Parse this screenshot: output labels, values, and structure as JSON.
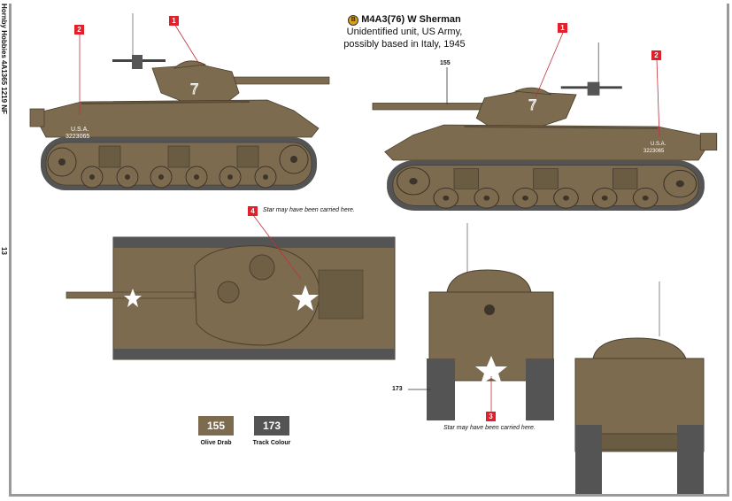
{
  "page": {
    "side_text": "Hornby Hobbies 4A1365 1219 NF",
    "page_number": "13"
  },
  "title": {
    "scheme_badge": "B",
    "model": "M4A3(76) W Sherman",
    "line2": "Unidentified unit, US Army,",
    "line3": "possibly based in Italy, 1945"
  },
  "callouts": {
    "c1": "1",
    "c2": "2",
    "c3": "3",
    "c4": "4"
  },
  "notes": {
    "top_star": "Star may have been carried here.",
    "front_star": "Star may have been carried here."
  },
  "markings": {
    "turret_number": "7",
    "usa": "U.S.A.",
    "serial": "3223065"
  },
  "paint_codes": {
    "olive_drab_ref": "155",
    "track_ref": "173"
  },
  "swatches": [
    {
      "code": "155",
      "name": "Olive Drab",
      "color": "#7d6b4f"
    },
    {
      "code": "173",
      "name": "Track Colour",
      "color": "#545454"
    }
  ],
  "colors": {
    "olive_drab": "#7d6b4f",
    "track": "#545454",
    "callout_red": "#e0202a"
  }
}
